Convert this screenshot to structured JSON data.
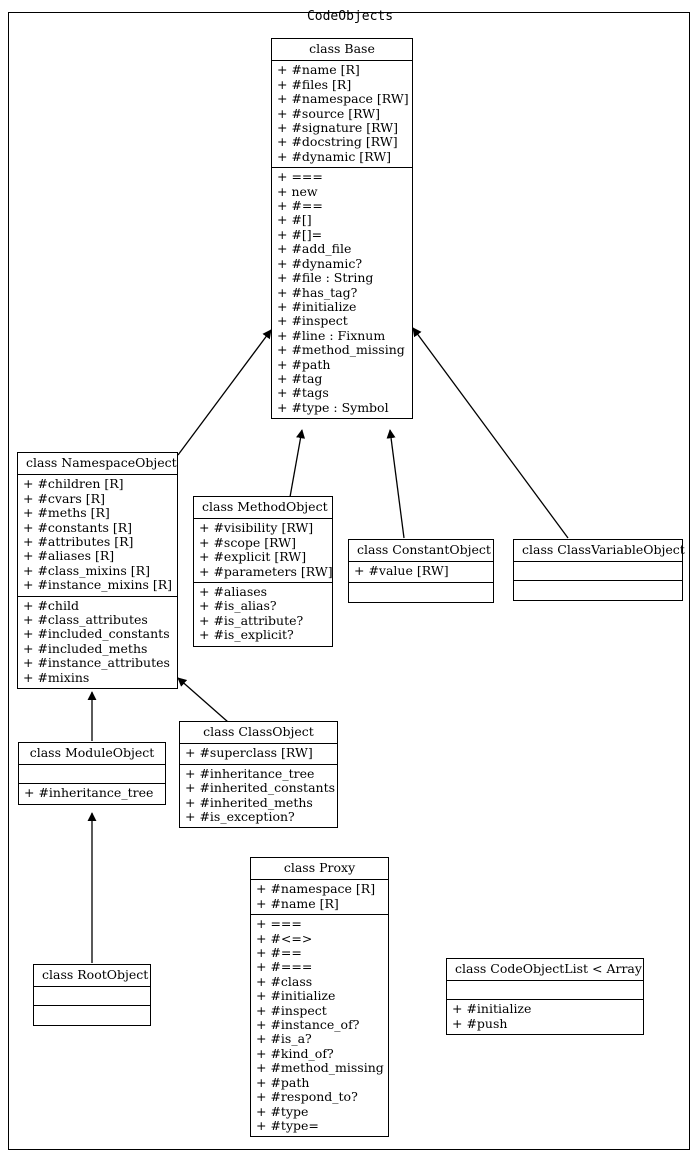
{
  "diagram": {
    "title": "CodeObjects",
    "type": "uml-class-diagram"
  },
  "classes": {
    "base": {
      "name": "class Base",
      "attributes": [
        "+ #name [R]",
        "+ #files [R]",
        "+ #namespace [RW]",
        "+ #source [RW]",
        "+ #signature [RW]",
        "+ #docstring [RW]",
        "+ #dynamic [RW]"
      ],
      "methods": [
        "+ ===",
        "+ new",
        "+ #==",
        "+ #[]",
        "+ #[]=",
        "+ #add_file",
        "+ #dynamic?",
        "+ #file : String",
        "+ #has_tag?",
        "+ #initialize",
        "+ #inspect",
        "+ #line : Fixnum",
        "+ #method_missing",
        "+ #path",
        "+ #tag",
        "+ #tags",
        "+ #type : Symbol"
      ]
    },
    "namespace_object": {
      "name": "class NamespaceObject",
      "attributes": [
        "+ #children [R]",
        "+ #cvars [R]",
        "+ #meths [R]",
        "+ #constants [R]",
        "+ #attributes [R]",
        "+ #aliases [R]",
        "+ #class_mixins [R]",
        "+ #instance_mixins [R]"
      ],
      "methods": [
        "+ #child",
        "+ #class_attributes",
        "+ #included_constants",
        "+ #included_meths",
        "+ #instance_attributes",
        "+ #mixins"
      ]
    },
    "method_object": {
      "name": "class MethodObject",
      "attributes": [
        "+ #visibility [RW]",
        "+ #scope [RW]",
        "+ #explicit [RW]",
        "+ #parameters [RW]"
      ],
      "methods": [
        "+ #aliases",
        "+ #is_alias?",
        "+ #is_attribute?",
        "+ #is_explicit?"
      ]
    },
    "constant_object": {
      "name": "class ConstantObject",
      "attributes": [
        "+ #value [RW]"
      ],
      "methods": []
    },
    "class_variable_object": {
      "name": "class ClassVariableObject",
      "attributes": [],
      "methods": []
    },
    "class_object": {
      "name": "class ClassObject",
      "attributes": [
        "+ #superclass [RW]"
      ],
      "methods": [
        "+ #inheritance_tree",
        "+ #inherited_constants",
        "+ #inherited_meths",
        "+ #is_exception?"
      ]
    },
    "module_object": {
      "name": "class ModuleObject",
      "attributes": [],
      "methods": [
        "+ #inheritance_tree"
      ]
    },
    "root_object": {
      "name": "class RootObject",
      "attributes": [],
      "methods": []
    },
    "proxy": {
      "name": "class Proxy",
      "attributes": [
        "+ #namespace [R]",
        "+ #name [R]"
      ],
      "methods": [
        "+ ===",
        "+ #<=>",
        "+ #==",
        "+ #===",
        "+ #class",
        "+ #initialize",
        "+ #inspect",
        "+ #instance_of?",
        "+ #is_a?",
        "+ #kind_of?",
        "+ #method_missing",
        "+ #path",
        "+ #respond_to?",
        "+ #type",
        "+ #type="
      ]
    },
    "code_object_list": {
      "name": "class CodeObjectList < Array",
      "attributes": [],
      "methods": [
        "+ #initialize",
        "+ #push"
      ]
    }
  },
  "edges": [
    {
      "from": "namespace_object",
      "to": "base",
      "kind": "inheritance"
    },
    {
      "from": "method_object",
      "to": "base",
      "kind": "inheritance"
    },
    {
      "from": "constant_object",
      "to": "base",
      "kind": "inheritance"
    },
    {
      "from": "class_variable_object",
      "to": "base",
      "kind": "inheritance"
    },
    {
      "from": "module_object",
      "to": "namespace_object",
      "kind": "inheritance"
    },
    {
      "from": "class_object",
      "to": "namespace_object",
      "kind": "inheritance"
    },
    {
      "from": "root_object",
      "to": "module_object",
      "kind": "inheritance"
    }
  ],
  "colors": {
    "line": "#000000",
    "background": "#ffffff",
    "text": "#000000"
  }
}
